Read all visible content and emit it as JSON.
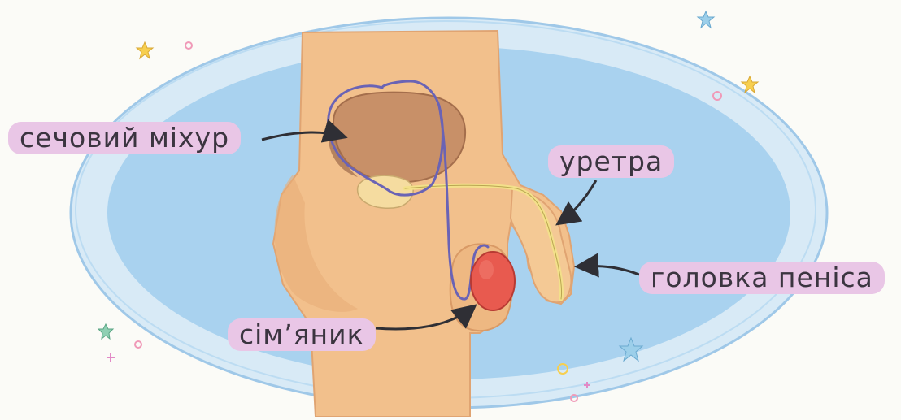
{
  "labels": {
    "bladder": "сечовий міхур",
    "urethra": "уретра",
    "glans": "головка пеніса",
    "testicle": "сім’яник"
  },
  "colors": {
    "background": "#fbfbf7",
    "ellipse_outer": "#d8eaf6",
    "ellipse_inner": "#a9d2ef",
    "skin": "#f2c08c",
    "skin_shadow": "#e3a874",
    "bladder": "#c89068",
    "prostate": "#f5dca0",
    "urethra": "#f3e08a",
    "vas_deferens": "#6a63b5",
    "testicle": "#e85a4f",
    "label_bg": "#e9c6e6",
    "arrow": "#2f2f35"
  },
  "icons": [
    "star-icon",
    "circle-icon",
    "cross-icon"
  ]
}
